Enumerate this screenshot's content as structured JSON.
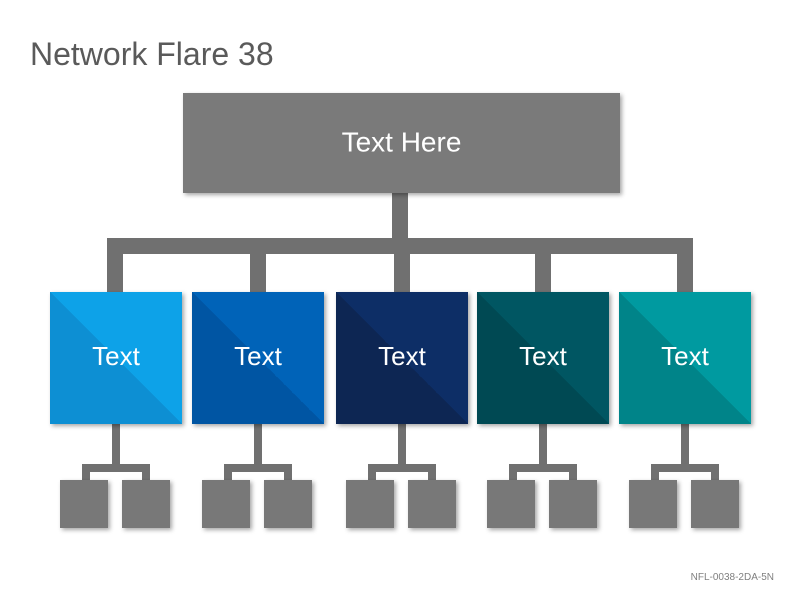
{
  "title": "Network Flare 38",
  "footer_code": "NFL-0038-2DA-5N",
  "root": {
    "label": "Text Here",
    "color": "#7a7a7a"
  },
  "children": [
    {
      "label": "Text",
      "color": "#0ba2e8",
      "color_dark": "#0a8fd3"
    },
    {
      "label": "Text",
      "color": "#0563b8",
      "color_dark": "#0454a3"
    },
    {
      "label": "Text",
      "color": "#0b2f66",
      "color_dark": "#082652"
    },
    {
      "label": "Text",
      "color": "#055662",
      "color_dark": "#044853"
    },
    {
      "label": "Text",
      "color": "#069aa0",
      "color_dark": "#058489"
    }
  ],
  "leaf_color": "#787878",
  "connector_color": "#707070"
}
